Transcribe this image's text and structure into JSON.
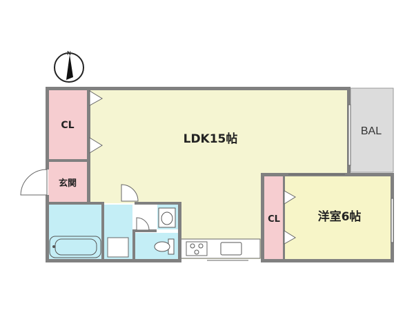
{
  "compass": {
    "north_label": "N"
  },
  "rooms": {
    "ldk": {
      "label": "LDK15帖"
    },
    "western_room": {
      "label": "洋室6帖"
    },
    "entrance": {
      "label": "玄関"
    },
    "closet_main": {
      "label": "CL"
    },
    "closet_bedroom": {
      "label": "CL"
    },
    "balcony": {
      "label": "BAL"
    }
  },
  "colors": {
    "ldk_fill": "#f5f5d2",
    "room_fill": "#f7f5c8",
    "closet_fill": "#f6cdd0",
    "wet_fill": "#c4eef6",
    "balcony_fill": "#dcdcdc",
    "wall": "#808080"
  }
}
